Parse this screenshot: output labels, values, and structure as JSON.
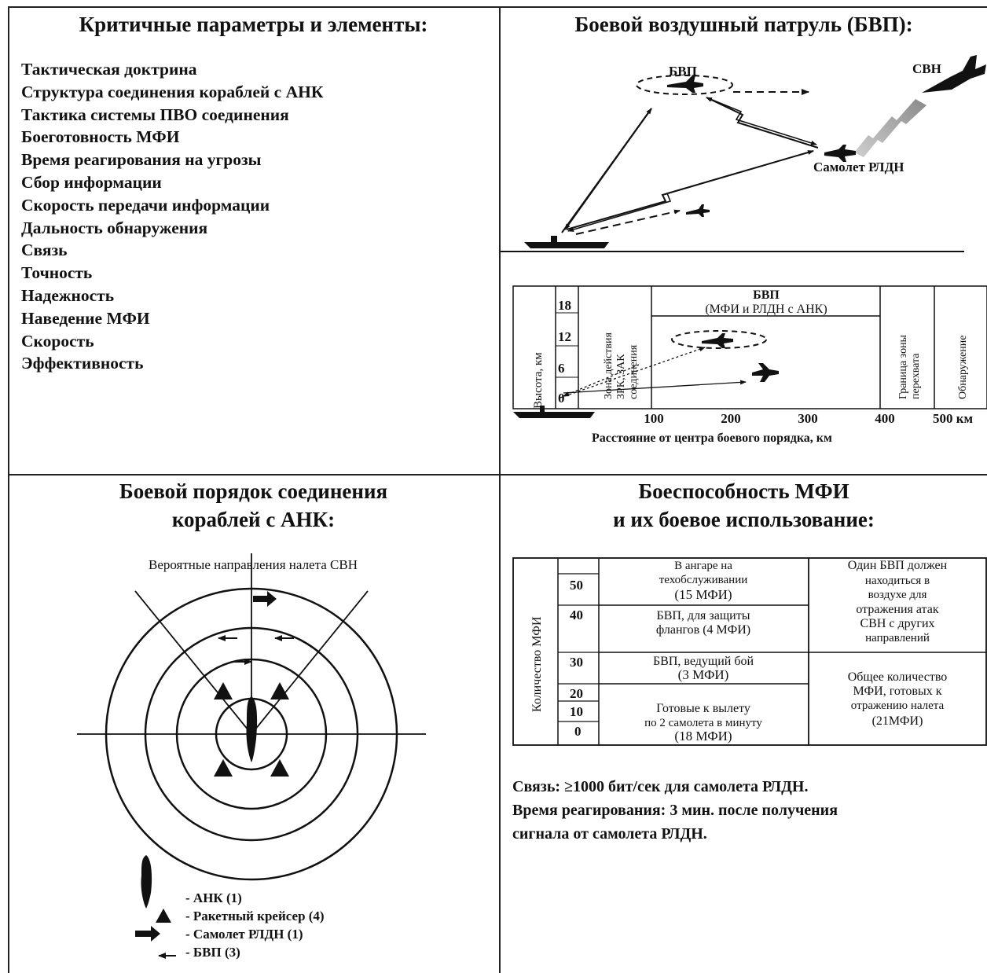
{
  "params_panel": {
    "title": "Критичные параметры и элементы:",
    "items": [
      "Тактическая доктрина",
      "Структура  соединения кораблей с АНК",
      "Тактика системы  ПВО соединения",
      "Боеготовность МФИ",
      "Время реагирования на угрозы",
      "Сбор информации",
      "Скорость передачи информации",
      "Дальность обнаружения",
      "Связь",
      "Точность",
      "Надежность",
      "Наведение МФИ",
      "Скорость",
      "Эффективность"
    ]
  },
  "patrol_panel": {
    "title": "Боевой воздушный патруль (БВП):",
    "label_bvp": "БВП",
    "label_svn": "СВН",
    "label_awacs": "Самолет  РЛДН"
  },
  "altitude_chart": {
    "ylabel": "Высота, км",
    "yticks": [
      "18",
      "12",
      "6",
      "0"
    ],
    "zone_label_1": "Зона действия",
    "zone_label_2": "ЗРК, ЗАК",
    "zone_label_3": "соединения",
    "bvp_title": "БВП",
    "bvp_subtitle": "(МФИ и РЛДН с АНК)",
    "boundary_label_1": "Граница зоны",
    "boundary_label_2": "перехвата",
    "detection_label": "Обнаружение",
    "xticks": [
      "100",
      "200",
      "300",
      "400",
      "500 км"
    ],
    "xlabel": "Расстояние от центра боевого порядка, км"
  },
  "formation_panel": {
    "title_line1": "Боевой порядок соединения",
    "title_line2": "кораблей с АНК:",
    "direction_label": "Вероятные направления налета СВН",
    "legend": [
      {
        "icon": "carrier-icon",
        "label": "- АНК (1)"
      },
      {
        "icon": "cruiser-icon",
        "label": "- Ракетный крейсер (4)"
      },
      {
        "icon": "awacs-icon",
        "label": "- Самолет РЛДН (1)"
      },
      {
        "icon": "bvp-arrow-icon",
        "label": "- БВП (3)"
      }
    ]
  },
  "fighter_panel": {
    "title_line1": "Боеспособность МФИ",
    "title_line2": "и их боевое использование:",
    "table": {
      "axis_label": "Количество МФИ",
      "scale": [
        "50",
        "40",
        "30",
        "20",
        "10",
        "0"
      ],
      "middle_rows": [
        [
          "В ангаре на",
          "техобслуживании",
          "(15 МФИ)"
        ],
        [
          "БВП, для защиты",
          "флангов (4 МФИ)"
        ],
        [
          "БВП, ведущий бой",
          "(3 МФИ)"
        ],
        [
          "Готовые к вылету",
          "по 2 самолета в минуту",
          "(18 МФИ)"
        ]
      ],
      "right_top": [
        "Один БВП должен",
        "находиться в",
        "воздухе для",
        "отражения  атак",
        "СВН с других",
        "направлений"
      ],
      "right_bottom": [
        "Общее количество",
        "МФИ, готовых к",
        "отражению налета",
        "(21МФИ)"
      ]
    },
    "notes": [
      "Связь: ≥1000 бит/сек для самолета РЛДН.",
      "Время реагирования: 3 мин. после получения",
      "сигнала от самолета РЛДН."
    ]
  }
}
